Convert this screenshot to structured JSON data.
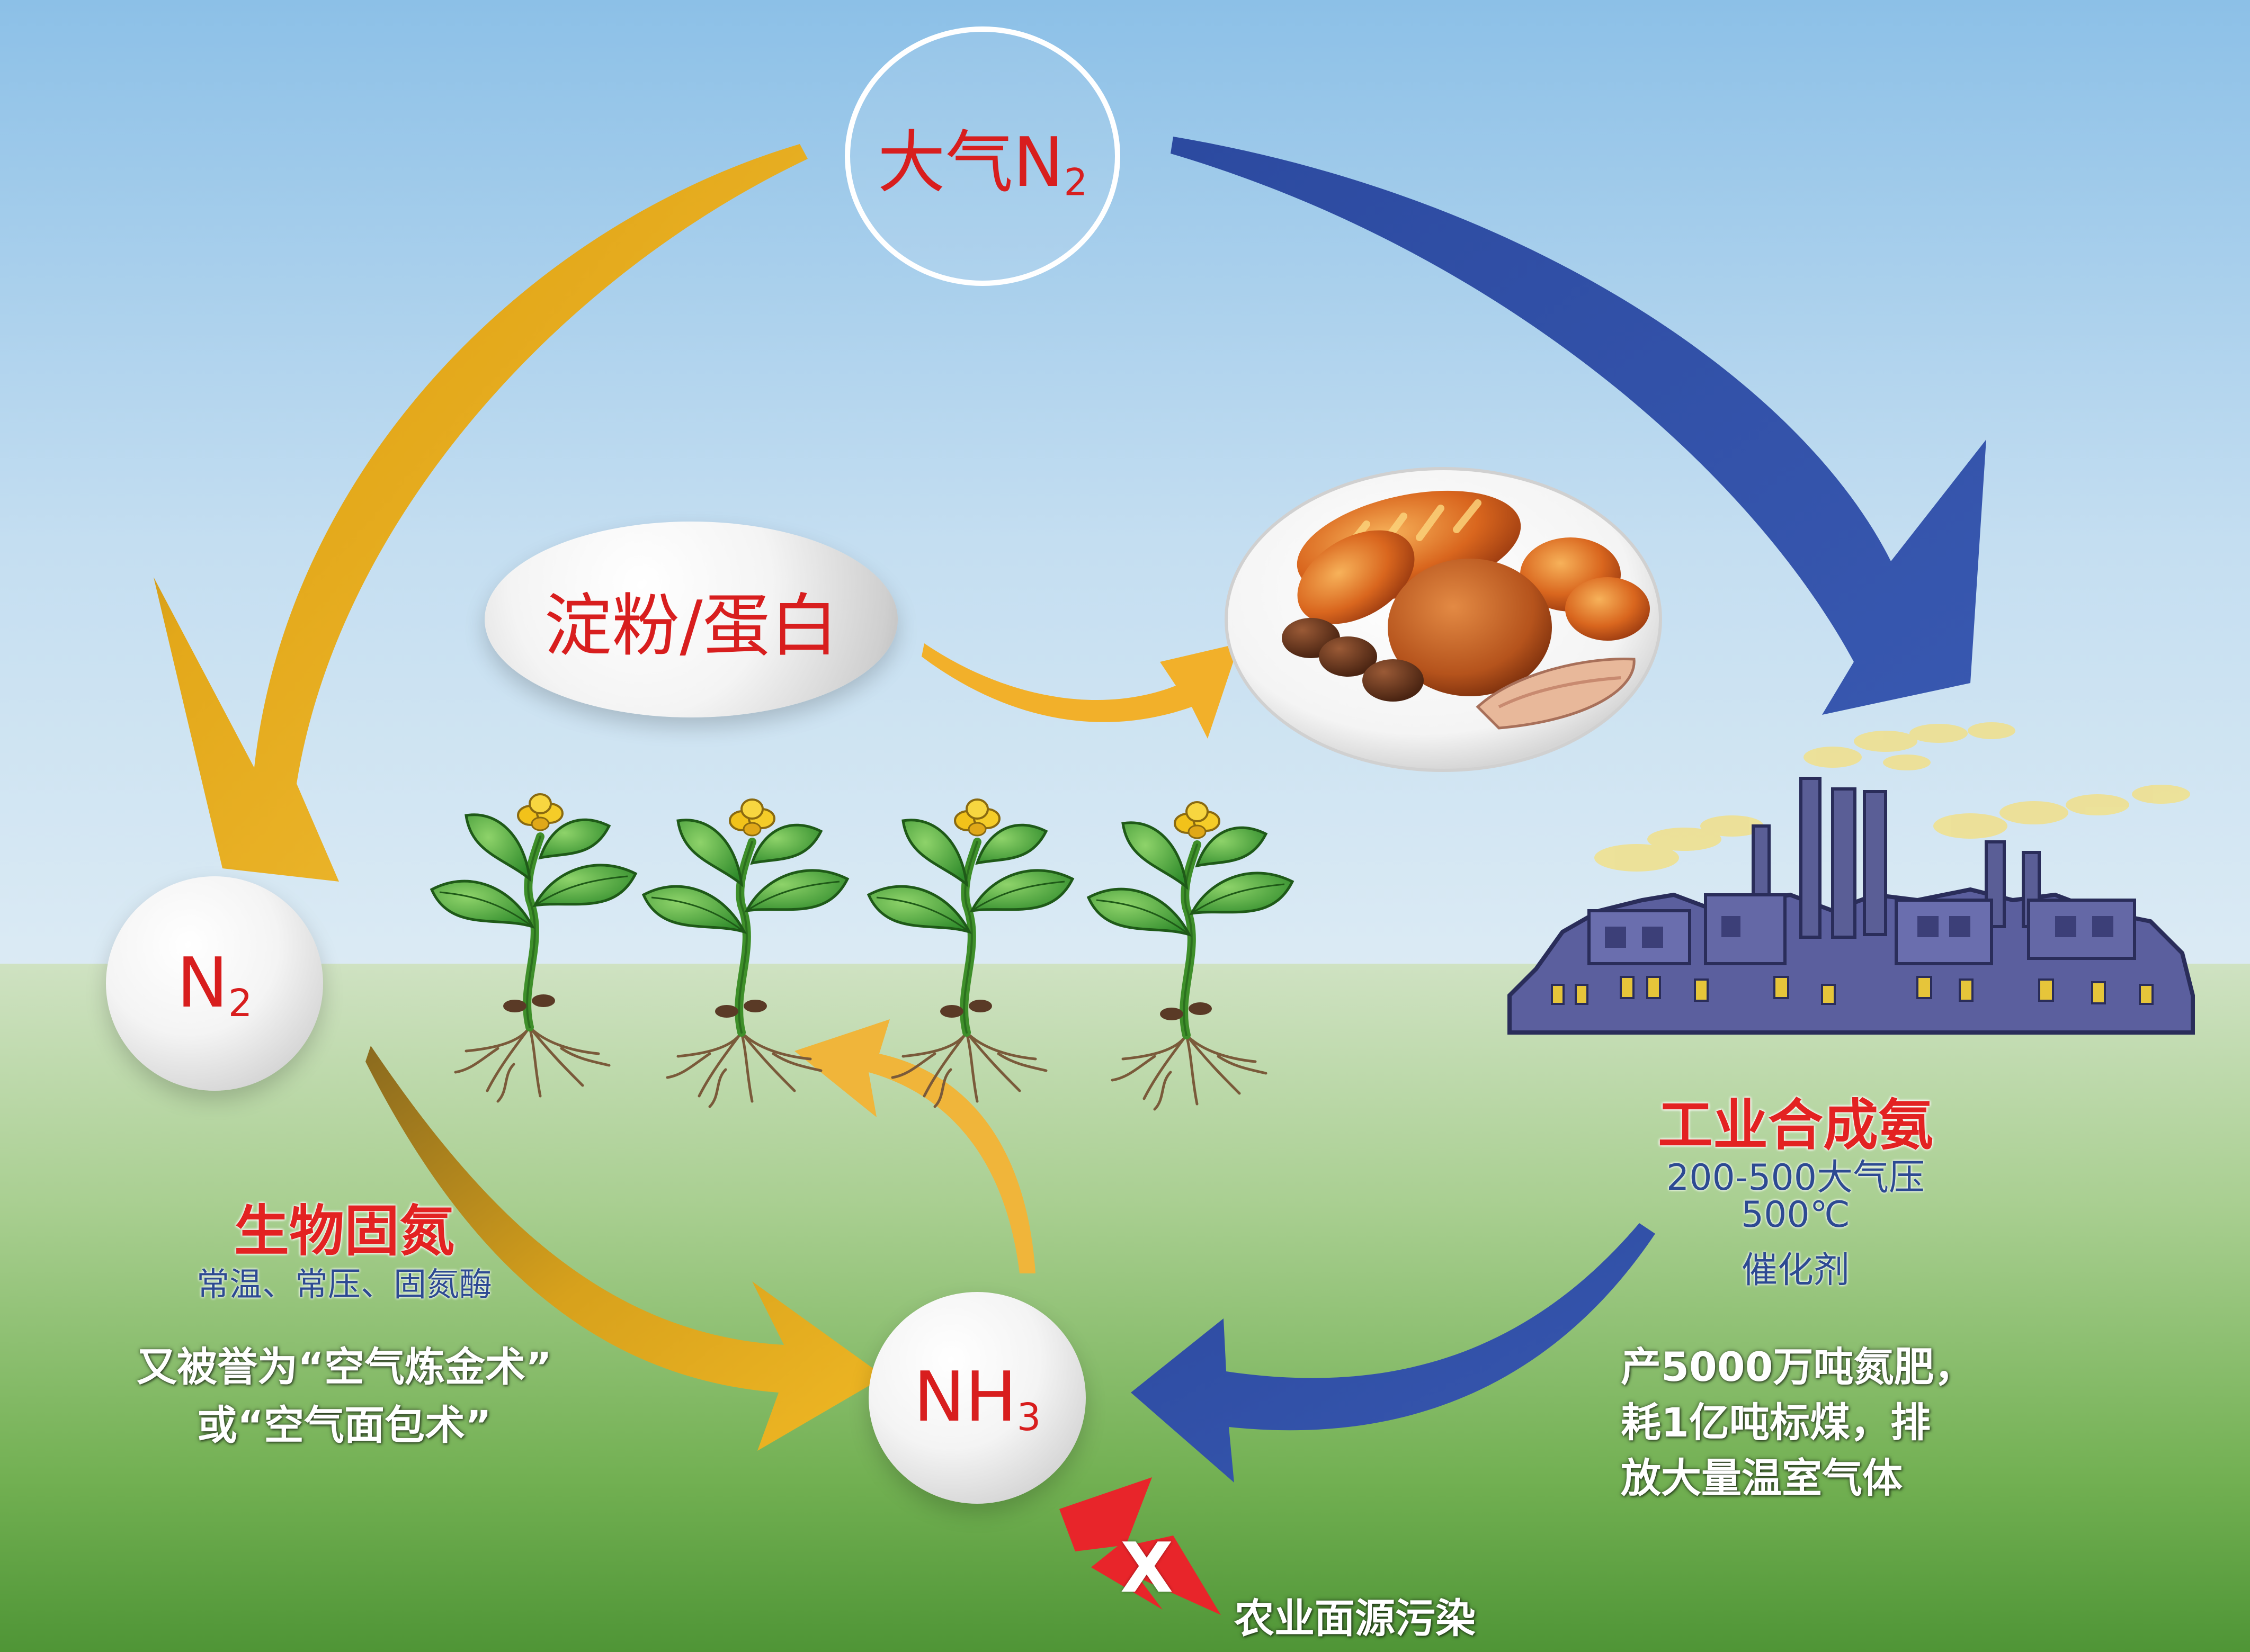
{
  "colors": {
    "sky_top": "#8ec2e8",
    "sky_mid": "#bfdcf1",
    "ground_top": "#c9e0bc",
    "ground_bottom": "#4e9a38",
    "gold_arrow": "#e9b21c",
    "blue_arrow": "#2f4fa3",
    "bubble_text": "#d81e1e",
    "factory": "#5b5f9e"
  },
  "nodes": {
    "atmosphere": {
      "label": "大气N",
      "sub": "2"
    },
    "n2": {
      "label": "N",
      "sub": "2"
    },
    "nh3": {
      "label": "NH",
      "sub": "3"
    },
    "starch": {
      "label": "淀粉/蛋白"
    }
  },
  "bio_fixation": {
    "title": "生物固氮",
    "conditions": "常温、常压、固氮酶",
    "note_line1": "又被誉为“空气炼金术”",
    "note_line2": "或“空气面包术”"
  },
  "industrial": {
    "title": "工业合成氨",
    "cond_pressure": "200-500大气压",
    "cond_temp": "500℃",
    "cond_catalyst": "催化剂",
    "note_line1": "产5000万吨氮肥，",
    "note_line2": "耗1亿吨标煤，排",
    "note_line3": "放大量温室气体"
  },
  "pollution": {
    "mark": "X",
    "label": "农业面源污染"
  },
  "icons": {
    "food": "food-plate-icon",
    "plant": "plant-seedling-icon",
    "factory": "factory-icon",
    "lightning": "lightning-icon"
  }
}
